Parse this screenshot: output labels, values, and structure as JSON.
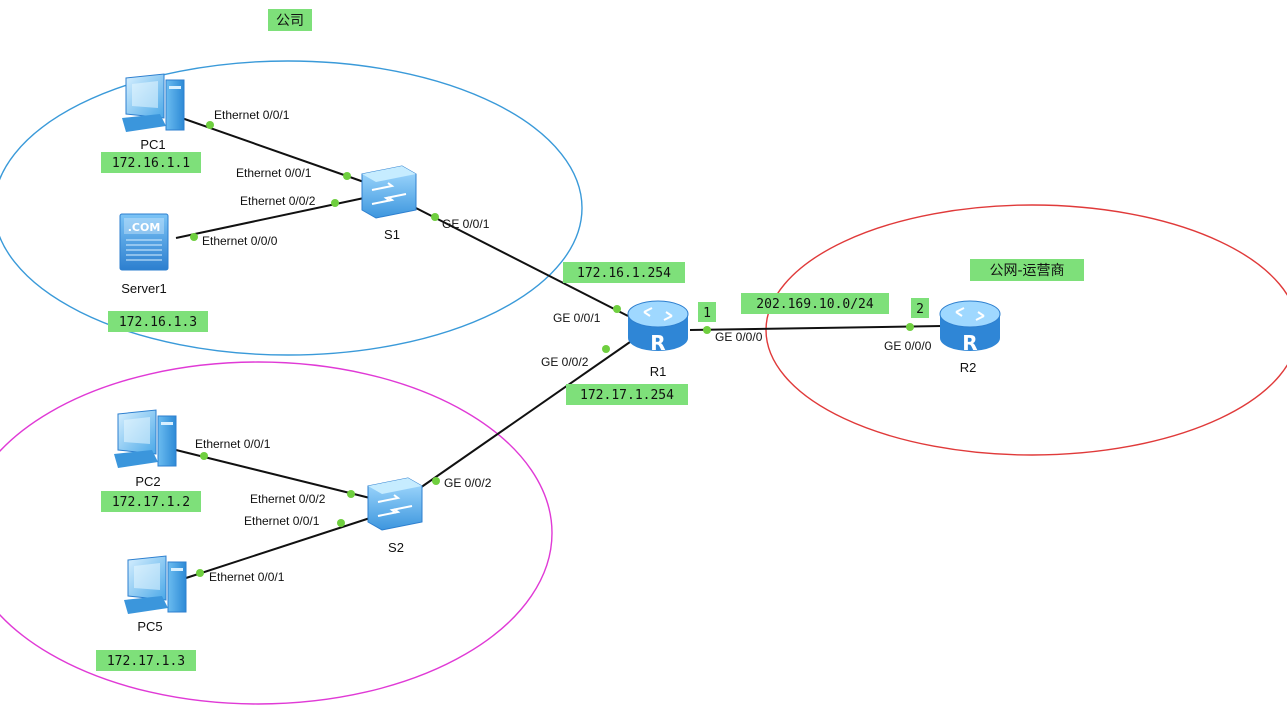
{
  "zones": {
    "company": "公司",
    "isp": "公网-运营商"
  },
  "colors": {
    "company_ring": "#3a9ad9",
    "lan2_ring": "#e03ad6",
    "isp_ring": "#e03a3a",
    "label_bg": "#7ee07a",
    "port_dot": "#6fcf3f"
  },
  "devices": {
    "pc1": {
      "name": "PC1",
      "ip": "172.16.1.1",
      "icon": "pc-icon"
    },
    "server1": {
      "name": "Server1",
      "ip": "172.16.1.3",
      "icon": "server-icon",
      "badge": ".COM"
    },
    "s1": {
      "name": "S1",
      "icon": "switch-icon"
    },
    "pc2": {
      "name": "PC2",
      "ip": "172.17.1.2",
      "icon": "pc-icon"
    },
    "pc5": {
      "name": "PC5",
      "ip": "172.17.1.3",
      "icon": "pc-icon"
    },
    "s2": {
      "name": "S2",
      "icon": "switch-icon"
    },
    "r1": {
      "name": "R1",
      "icon": "router-icon",
      "glyph": "R"
    },
    "r2": {
      "name": "R2",
      "icon": "router-icon",
      "glyph": "R"
    }
  },
  "gateways": {
    "r1_g01": "172.16.1.254",
    "r1_g02": "172.17.1.254",
    "wan_net": "202.169.10.0/24",
    "r1_wan_host": "1",
    "r2_wan_host": "2"
  },
  "ports": {
    "pc1_e001": "Ethernet 0/0/1",
    "s1_e001": "Ethernet 0/0/1",
    "s1_e002": "Ethernet 0/0/2",
    "server1_e000": "Ethernet 0/0/0",
    "s1_ge001": "GE 0/0/1",
    "r1_ge001": "GE 0/0/1",
    "r1_ge002": "GE 0/0/2",
    "s2_ge002": "GE 0/0/2",
    "pc2_e001": "Ethernet 0/0/1",
    "s2_e002": "Ethernet 0/0/2",
    "s2_e001": "Ethernet 0/0/1",
    "pc5_e001": "Ethernet 0/0/1",
    "r1_ge000": "GE 0/0/0",
    "r2_ge000": "GE 0/0/0"
  }
}
